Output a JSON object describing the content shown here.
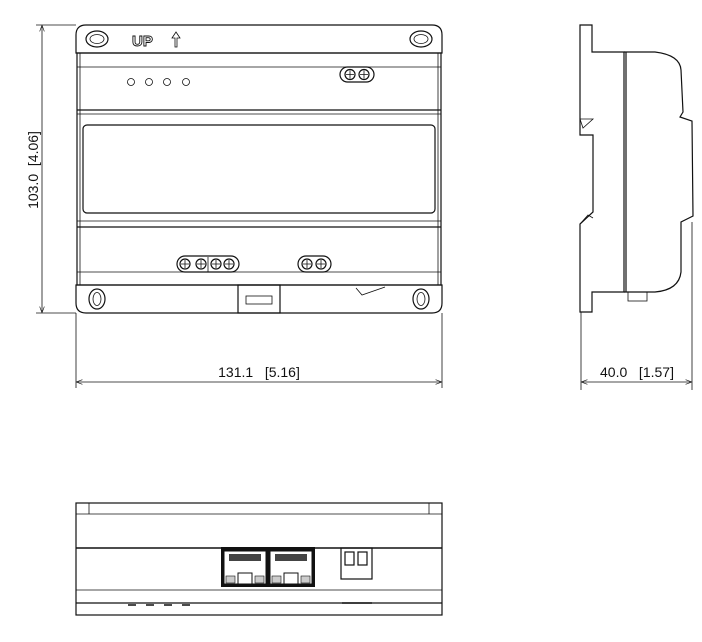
{
  "front_view": {
    "orientation_label": "UP",
    "height_dimension": "103.0  [4.06]",
    "width_dimension": "131.1   [5.16]"
  },
  "side_view": {
    "depth_dimension": "40.0   [1.57]"
  },
  "bottom_view": {
    "ports": [
      "rj45-port-1",
      "rj45-port-2",
      "power-terminal"
    ]
  }
}
